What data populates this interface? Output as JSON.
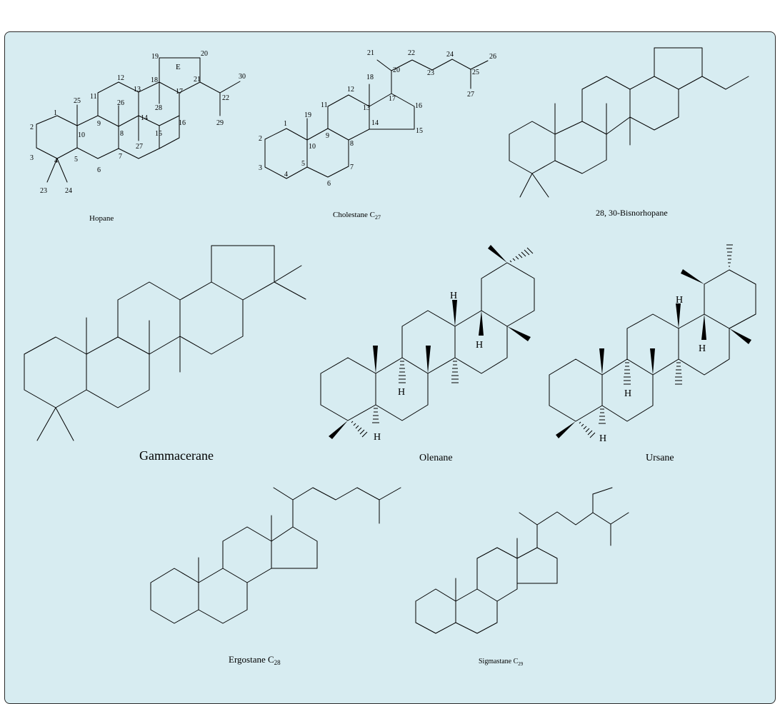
{
  "captions": {
    "hopane": "Hopane",
    "cholestane": "Cholestane C",
    "cholestane_sub": "27",
    "bisnorhopane": "28, 30-Bisnorhopane",
    "gammacerane": "Gammacerane",
    "olenane": "Olenane",
    "ursane": "Ursane",
    "ergostane": "Ergostane C",
    "ergostane_sub": "28",
    "sigmastane": "Sigmastane C",
    "sigmastane_sub": "29"
  },
  "hopane_labels": {
    "ring_e": "E",
    "c1": "1",
    "c2": "2",
    "c3": "3",
    "c4": "4",
    "c5": "5",
    "c6": "6",
    "c7": "7",
    "c8": "8",
    "c9": "9",
    "c10": "10",
    "c11": "11",
    "c12": "12",
    "c13": "13",
    "c14": "14",
    "c15": "15",
    "c16": "16",
    "c17": "17",
    "c18": "18",
    "c19": "19",
    "c20": "20",
    "c21": "21",
    "c22": "22",
    "c23": "23",
    "c24": "24",
    "c25": "25",
    "c26": "26",
    "c27": "27",
    "c28": "28",
    "c29": "29",
    "c30": "30"
  },
  "cholestane_labels": {
    "c1": "1",
    "c2": "2",
    "c3": "3",
    "c4": "4",
    "c5": "5",
    "c6": "6",
    "c7": "7",
    "c8": "8",
    "c9": "9",
    "c10": "10",
    "c11": "11",
    "c12": "12",
    "c13": "13",
    "c14": "14",
    "c15": "15",
    "c16": "16",
    "c17": "17",
    "c18": "18",
    "c19": "19",
    "c20": "20",
    "c21": "21",
    "c22": "22",
    "c23": "23",
    "c24": "24",
    "c25": "25",
    "c26": "26",
    "c27": "27"
  },
  "hydrogen": "H"
}
